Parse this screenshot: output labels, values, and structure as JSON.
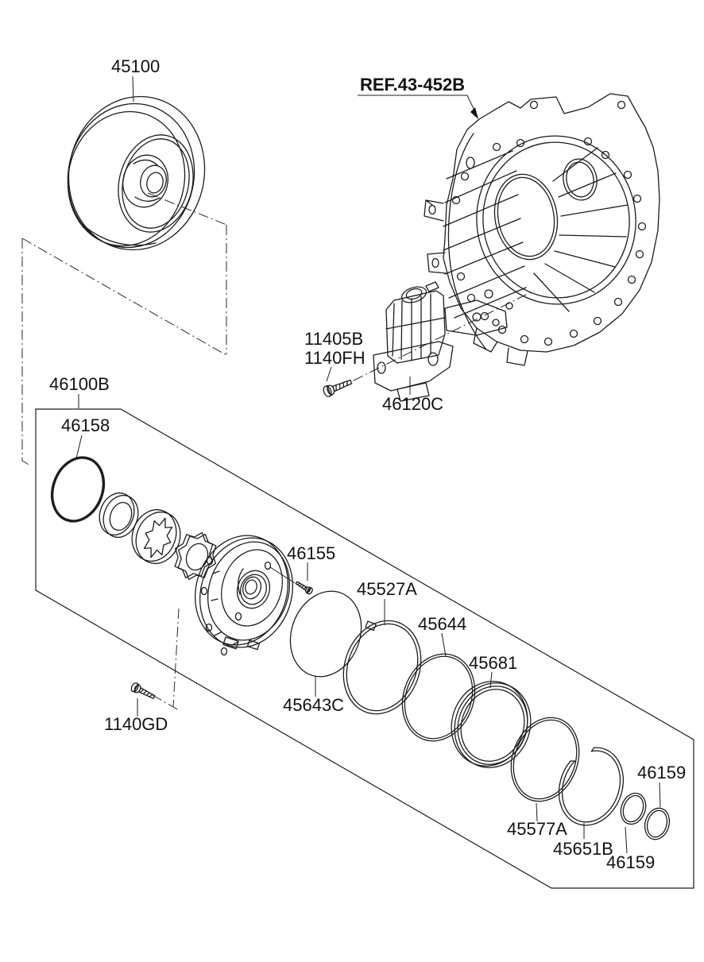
{
  "page": {
    "background": "#ffffff",
    "line_color": "#1c1c1c"
  },
  "diagram": {
    "type": "exploded-parts-diagram",
    "reference_label": {
      "text": "REF.43-452B"
    },
    "callouts": [
      {
        "part": "torque-converter",
        "text": "45100"
      },
      {
        "part": "pump-mounting-bolt",
        "text": "11405B"
      },
      {
        "part": "pump-mounting-bolt-alt",
        "text": "1140FH"
      },
      {
        "part": "oil-pump-and-motor",
        "text": "46120C"
      },
      {
        "part": "oil-pump-kit-box",
        "text": "46100B"
      },
      {
        "part": "o-ring",
        "text": "46158"
      },
      {
        "part": "cover-bolt",
        "text": "46155"
      },
      {
        "part": "ring-45527a",
        "text": "45527A"
      },
      {
        "part": "ring-45644",
        "text": "45644"
      },
      {
        "part": "ring-45681",
        "text": "45681"
      },
      {
        "part": "ring-45643c",
        "text": "45643C"
      },
      {
        "part": "kit-bolt",
        "text": "1140GD"
      },
      {
        "part": "ring-45577a",
        "text": "45577A"
      },
      {
        "part": "snap-ring",
        "text": "45651B"
      },
      {
        "part": "seal-ring-upper",
        "text": "46159"
      },
      {
        "part": "seal-ring-lower",
        "text": "46159"
      }
    ]
  }
}
